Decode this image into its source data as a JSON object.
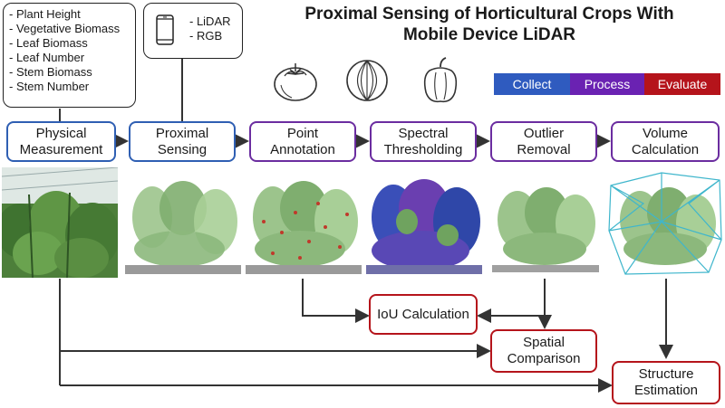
{
  "title": {
    "line1": "Proximal Sensing of Horticultural Crops With",
    "line2": "Mobile Device LiDAR"
  },
  "measurement_list": [
    "- Plant Height",
    "- Vegetative Biomass",
    "- Leaf Biomass",
    "- Leaf Number",
    "- Stem Biomass",
    "- Stem Number"
  ],
  "sensor_list": [
    "- LiDAR",
    "- RGB"
  ],
  "crop_icons": [
    "tomato-icon",
    "watermelon-icon",
    "pepper-icon"
  ],
  "legend": [
    {
      "label": "Collect",
      "color": "#2f5bbf"
    },
    {
      "label": "Process",
      "color": "#6a22b2"
    },
    {
      "label": "Evaluate",
      "color": "#b5141b"
    }
  ],
  "pipeline": [
    {
      "label": "Physical\nMeasurement",
      "stage": "collect"
    },
    {
      "label": "Proximal\nSensing",
      "stage": "collect"
    },
    {
      "label": "Point\nAnnotation",
      "stage": "process"
    },
    {
      "label": "Spectral\nThresholding",
      "stage": "process"
    },
    {
      "label": "Outlier\nRemoval",
      "stage": "process"
    },
    {
      "label": "Volume\nCalculation",
      "stage": "process"
    }
  ],
  "evaluations": {
    "iou": "IoU Calculation",
    "spatial": "Spatial\nComparison",
    "structure": "Structure\nEstimation"
  },
  "colors": {
    "collect": "#2f5fb3",
    "process": "#6b2da0",
    "evaluate": "#b5141b",
    "arrow": "#333333"
  }
}
